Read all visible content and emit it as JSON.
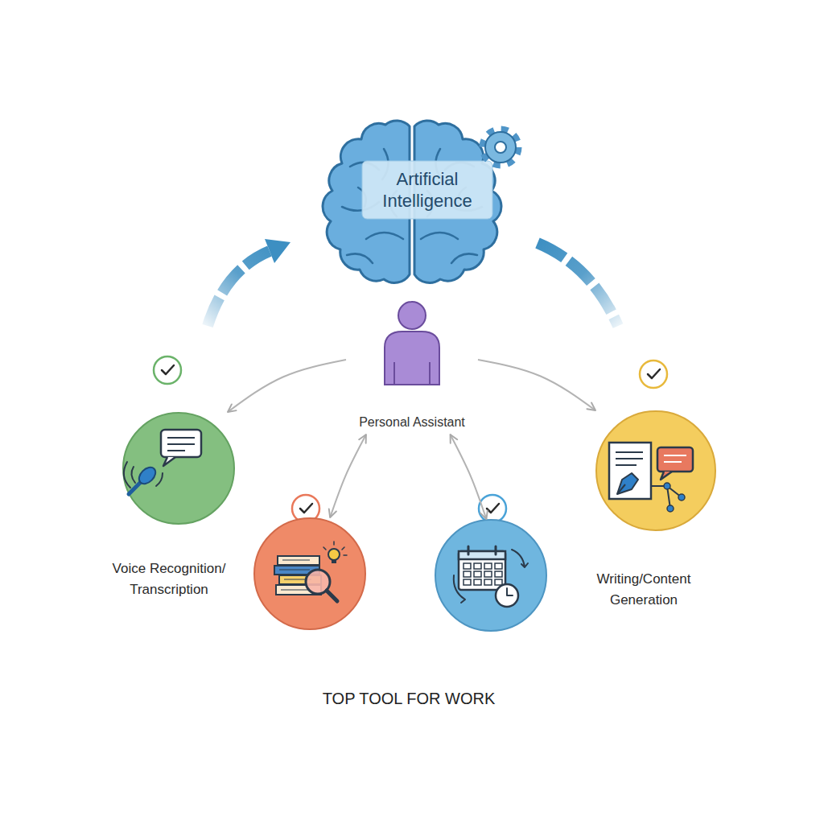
{
  "diagram": {
    "caption": "TOP TOOL FOR WORK",
    "nodes": [
      {
        "text": [
          "Artificial Intelligence"
        ]
      },
      {
        "text": [
          "Personal Assistant"
        ]
      },
      {
        "text": [
          "Voice Recognition/ Transcription"
        ]
      },
      {
        "text": [
          "Writing/Content Generation"
        ]
      },
      {
        "text": []
      },
      {
        "text": []
      }
    ],
    "edges": [
      {
        "from": 1,
        "to": 2,
        "arrow": "to"
      },
      {
        "from": 1,
        "to": 3,
        "arrow": "to"
      },
      {
        "from": 1,
        "to": 4,
        "arrow": "both"
      },
      {
        "from": 1,
        "to": 5,
        "arrow": "both"
      }
    ]
  }
}
